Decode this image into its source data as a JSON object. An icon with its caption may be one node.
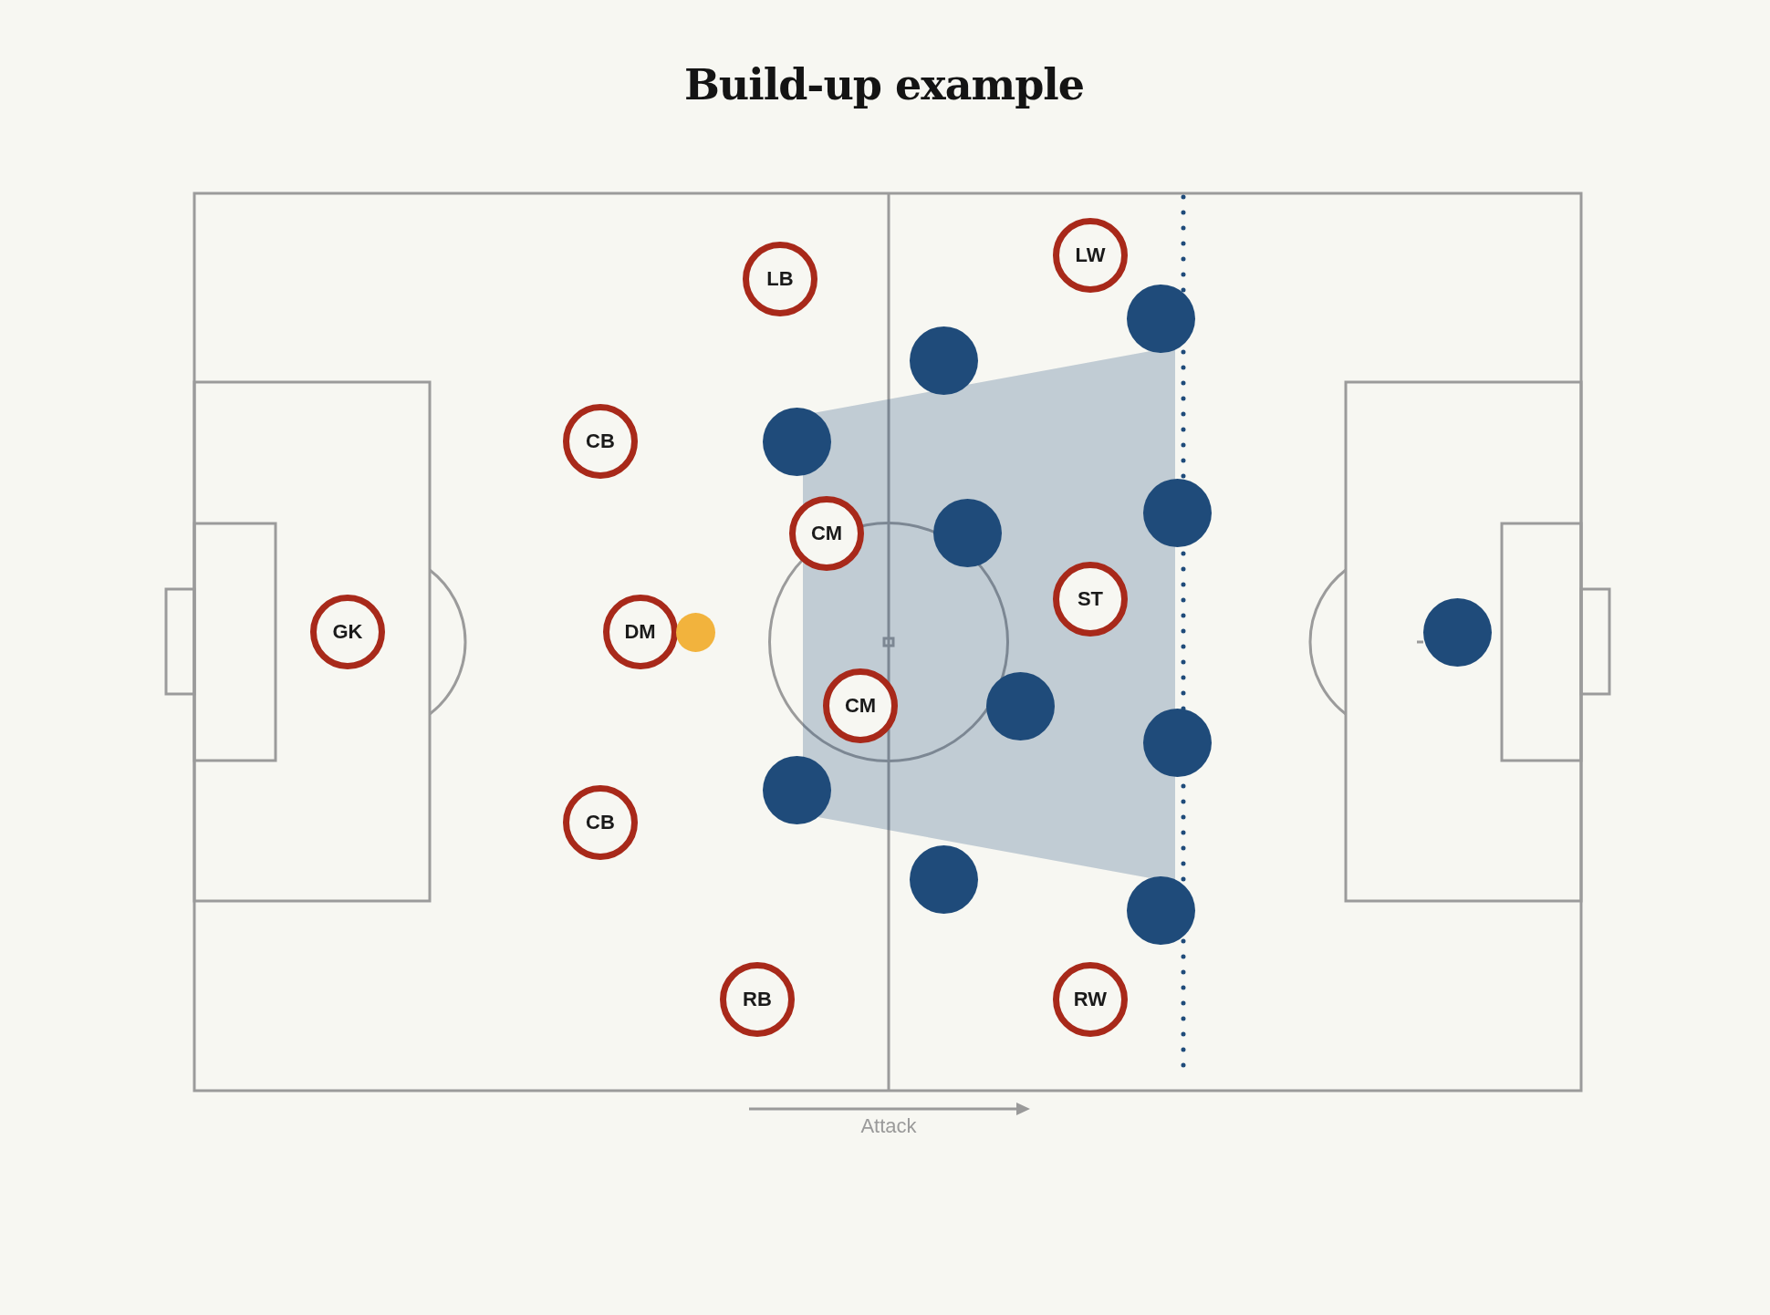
{
  "diagram": {
    "title": "Build-up example",
    "nodes": [
      {
        "text": [
          "GK"
        ]
      },
      {
        "text": [
          "CB"
        ]
      },
      {
        "text": [
          "CB"
        ]
      },
      {
        "text": [
          "DM"
        ]
      },
      {
        "text": [
          "LB"
        ]
      },
      {
        "text": [
          "RB"
        ]
      },
      {
        "text": [
          "CM"
        ]
      },
      {
        "text": [
          "CM"
        ]
      },
      {
        "text": [
          "LW"
        ]
      },
      {
        "text": [
          "ST"
        ]
      },
      {
        "text": [
          "RW"
        ]
      },
      {
        "text": [],
        "shape": "circle"
      },
      {
        "text": [],
        "shape": "circle"
      },
      {
        "text": [],
        "shape": "circle"
      },
      {
        "text": [],
        "shape": "circle"
      },
      {
        "text": [],
        "shape": "circle"
      },
      {
        "text": [],
        "shape": "circle"
      },
      {
        "text": [],
        "shape": "circle"
      },
      {
        "text": [],
        "shape": "circle"
      },
      {
        "text": [],
        "shape": "circle"
      },
      {
        "text": [],
        "shape": "circle"
      },
      {
        "text": [],
        "shape": "circle"
      },
      {
        "text": [],
        "shape": "circle"
      }
    ],
    "labels": [
      "Attack"
    ]
  }
}
